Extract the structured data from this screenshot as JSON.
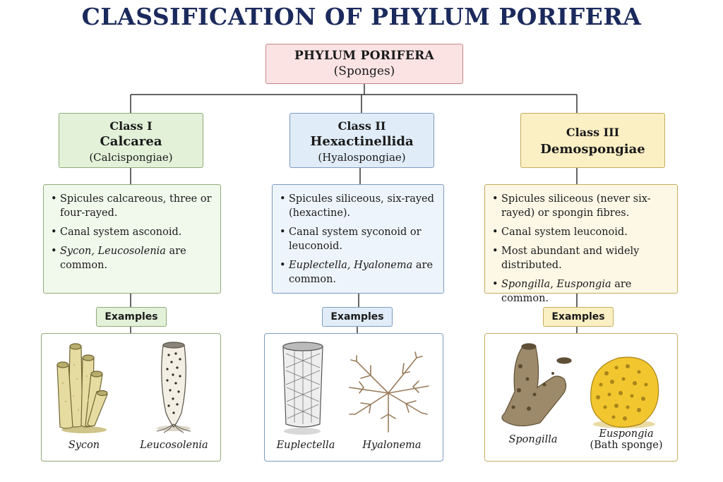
{
  "title": "CLASSIFICATION OF PHYLUM PORIFERA",
  "root": {
    "line1": "PHYLUM PORIFERA",
    "line2": "(Sponges)"
  },
  "classes": [
    {
      "number": "Class I",
      "name": "Calcarea",
      "alt": "(Calcispongiae)",
      "features": [
        "Spicules calcareous, three or four-rayed.",
        "Canal system asconoid."
      ],
      "examples_note_italic": "Sycon, Leucosolenia",
      "examples_note_rest": " are common.",
      "examples_label": "Examples",
      "examples": [
        {
          "name": "Sycon"
        },
        {
          "name": "Leucosolenia"
        }
      ]
    },
    {
      "number": "Class II",
      "name": "Hexactinellida",
      "alt": "(Hyalospongiae)",
      "features": [
        "Spicules siliceous, six-rayed (hexactine).",
        "Canal system syconoid or leuconoid."
      ],
      "examples_note_italic": "Euplectella, Hyalonema",
      "examples_note_rest": " are common.",
      "examples_label": "Examples",
      "examples": [
        {
          "name": "Euplectella"
        },
        {
          "name": "Hyalonema"
        }
      ]
    },
    {
      "number": "Class III",
      "name": "Demospongiae",
      "alt": "",
      "features": [
        "Spicules siliceous (never six-rayed) or spongin fibres.",
        "Canal system leuconoid.",
        "Most abundant and widely distributed."
      ],
      "examples_note_italic": "Spongilla, Euspongia",
      "examples_note_rest": " are common.",
      "examples_label": "Examples",
      "examples": [
        {
          "name": "Spongilla"
        },
        {
          "name": "Euspongia",
          "sub": "(Bath sponge)"
        }
      ]
    }
  ],
  "colors": {
    "title": "#1b2a5c",
    "root_fill": "#fbe3e4",
    "class1_fill": "#e3f1d9",
    "class2_fill": "#e0ecf8",
    "class3_fill": "#fbefc4"
  }
}
